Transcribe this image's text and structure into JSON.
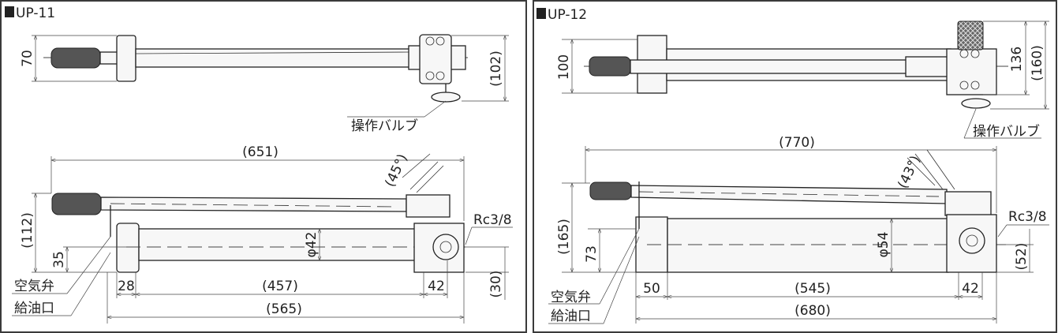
{
  "panels": [
    {
      "title": "UP-11",
      "top_view": {
        "height": "70",
        "overall_height": "(102)",
        "valve_label": "操作バルブ"
      },
      "side_view": {
        "overall_length": "(651)",
        "angle": "(45°)",
        "height": "(112)",
        "center_height": "35",
        "cylinder_diameter": "φ42",
        "port": "Rc3/8",
        "offset": "(30)",
        "left_len": "28",
        "mid_len": "(457)",
        "right_len": "42",
        "base_len": "(565)",
        "air_valve_label": "空気弁",
        "oil_port_label": "給油口"
      }
    },
    {
      "title": "UP-12",
      "top_view": {
        "height": "100",
        "inner_height": "136",
        "overall_height": "(160)",
        "valve_label": "操作バルブ"
      },
      "side_view": {
        "overall_length": "(770)",
        "angle": "(43°)",
        "height": "(165)",
        "center_height": "73",
        "cylinder_diameter": "φ54",
        "port": "Rc3/8",
        "offset": "(52)",
        "left_len": "50",
        "mid_len": "(545)",
        "right_len": "42",
        "base_len": "(680)",
        "air_valve_label": "空気弁",
        "oil_port_label": "給油口"
      }
    }
  ]
}
